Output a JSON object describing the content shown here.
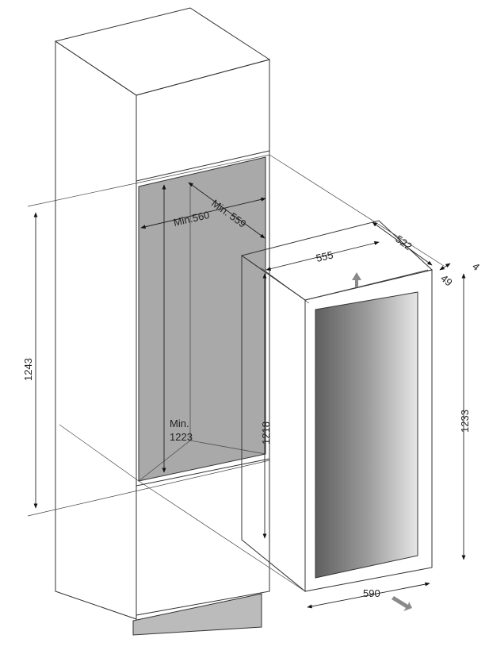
{
  "diagram": {
    "labels": {
      "niche_width": "Min.560",
      "niche_depth": "Min. 559",
      "niche_height_min": "Min.",
      "niche_height_value": "1223",
      "cabinet_opening": "1243",
      "appliance_width_top": "555",
      "appliance_depth": "522",
      "door_thickness": "49",
      "gap": "4",
      "appliance_body_height": "1218",
      "appliance_height": "1233",
      "door_width": "590"
    },
    "colors": {
      "niche": "#a9a9a9",
      "arrow": "#8a8a8a",
      "line": "#333333"
    }
  }
}
